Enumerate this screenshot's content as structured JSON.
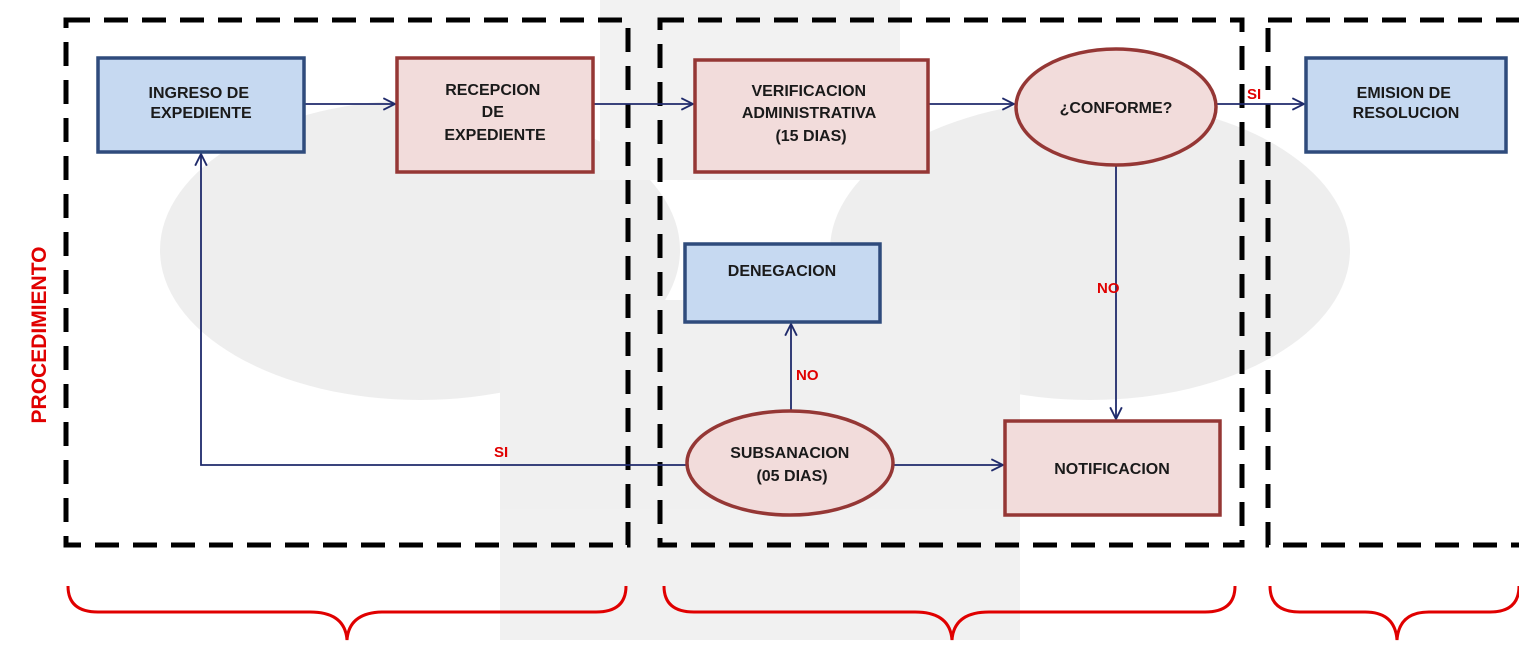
{
  "side_label": "PROCEDIMIENTO",
  "nodes": {
    "ingreso": [
      "INGRESO DE",
      "EXPEDIENTE"
    ],
    "recepcion": [
      "RECEPCION",
      "DE",
      "EXPEDIENTE"
    ],
    "verificacion": [
      "VERIFICACION",
      "ADMINISTRATIVA",
      "(15 DIAS)"
    ],
    "conforme": [
      "¿CONFORME?"
    ],
    "emision": [
      "EMISION DE",
      "RESOLUCION"
    ],
    "denegacion": [
      "DENEGACION"
    ],
    "subsanacion": [
      "SUBSANACION",
      "(05 DIAS)"
    ],
    "notificacion": [
      "NOTIFICACION"
    ]
  },
  "edge_labels": {
    "si_emision": "SI",
    "no_notificacion": "NO",
    "no_denegacion": "NO",
    "si_ingreso": "SI"
  },
  "colors": {
    "blue_fill": "#c6d9f1",
    "blue_stroke": "#2f4b7c",
    "red_fill": "#f2dcdb",
    "red_stroke": "#953735",
    "arrow": "#1f2a6b",
    "label_red": "#e00000",
    "brace_red": "#e00000"
  }
}
